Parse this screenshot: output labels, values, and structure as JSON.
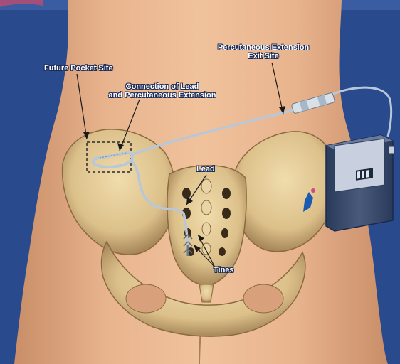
{
  "labels": {
    "future_pocket_site": "Future Pocket Site",
    "connection_line1": "Connection of Lead",
    "connection_line2": "and Percutaneous Extension",
    "exit_line1": "Percutaneous Extension",
    "exit_line2": "Exit Site",
    "lead": "Lead",
    "tines": "Tines"
  },
  "colors": {
    "background_blue": "#2a4a8e",
    "skin": "#e8b48e",
    "skin_shadow": "#c98e68",
    "bone": "#e4cc98",
    "bone_shadow": "#a8885a",
    "lead_wire": "#b8c8d8",
    "device_body": "#3a4a6a"
  }
}
